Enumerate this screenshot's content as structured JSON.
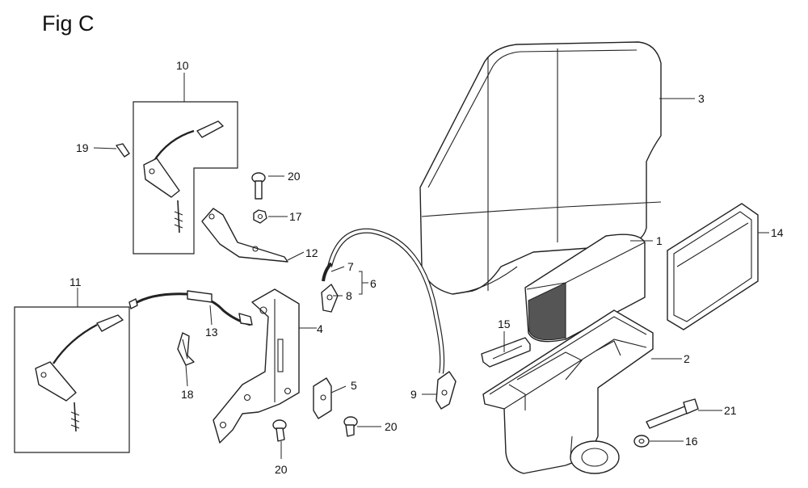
{
  "figure": {
    "title": "Fig C"
  },
  "callouts": {
    "c1": "1",
    "c2": "2",
    "c3": "3",
    "c4": "4",
    "c5": "5",
    "c6": "6",
    "c7": "7",
    "c8": "8",
    "c9": "9",
    "c10": "10",
    "c11": "11",
    "c12": "12",
    "c13": "13",
    "c14": "14",
    "c15": "15",
    "c16": "16",
    "c17": "17",
    "c18": "18",
    "c19": "19",
    "c20a": "20",
    "c20b": "20",
    "c20c": "20",
    "c21": "21"
  }
}
